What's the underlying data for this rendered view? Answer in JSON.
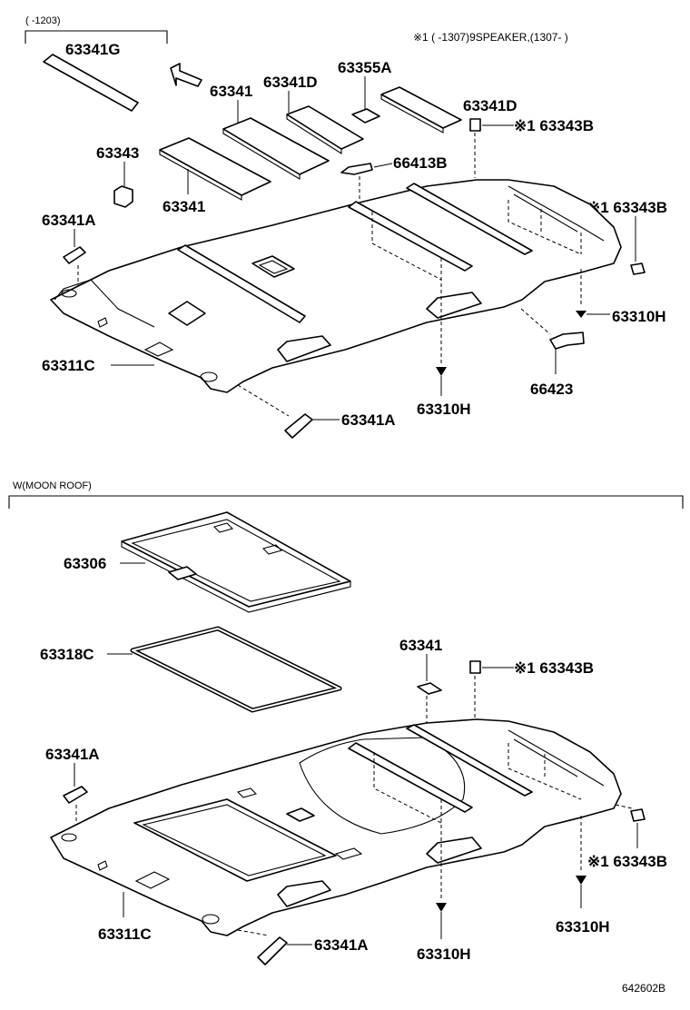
{
  "diagram": {
    "top_range_note": "(     -1203)",
    "speaker_note": "※1 (      -1307)9SPEAKER,(1307-      )",
    "moon_roof_heading": "W(MOON ROOF)",
    "footer_code": "642602B",
    "top_labels": {
      "p63341G": "63341G",
      "p63341_arrow": "63341",
      "p63341D_a": "63341D",
      "p63355A": "63355A",
      "p63341D_b": "63341D",
      "p63343B_a": "※1 63343B",
      "p63343": "63343",
      "p66413B": "66413B",
      "p63341_b": "63341",
      "p63343B_b": "※1 63343B",
      "p63341A_a": "63341A",
      "p63310H_a": "63310H",
      "p63311C": "63311C",
      "p66423": "66423",
      "p63310H_b": "63310H",
      "p63341A_b": "63341A"
    },
    "bottom_labels": {
      "p63306": "63306",
      "p63318C": "63318C",
      "p63341": "63341",
      "p63343B_a": "※1 63343B",
      "p63341A_a": "63341A",
      "p63343B_b": "※1 63343B",
      "p63311C": "63311C",
      "p63310H_a": "63310H",
      "p63341A_b": "63341A",
      "p63310H_b": "63310H"
    }
  }
}
